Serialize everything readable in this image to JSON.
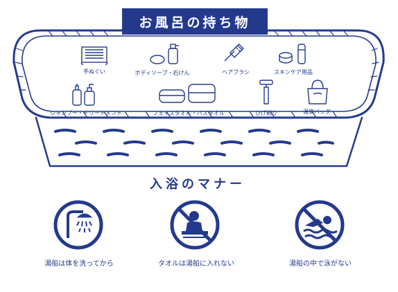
{
  "banner": {
    "title": "お風呂の持ち物"
  },
  "items": [
    {
      "label": "手ぬぐい",
      "icon": "tenugui-towel-icon"
    },
    {
      "label": "ボディソープ・石けん",
      "icon": "body-soap-icon"
    },
    {
      "label": "ヘアブラシ",
      "icon": "hairbrush-icon"
    },
    {
      "label": "スキンケア用品",
      "icon": "skincare-jar-icon"
    },
    {
      "label": "シャンプー・トリートメント",
      "icon": "shampoo-bottle-icon"
    },
    {
      "label": "フェイスタオル・バスタオル",
      "icon": "folded-towel-icon"
    },
    {
      "label": "ひげ剃り",
      "icon": "razor-icon"
    },
    {
      "label": "温泉バッグ",
      "icon": "onsen-bag-icon"
    }
  ],
  "manners": {
    "title": "入浴のマナー",
    "rules": [
      {
        "label": "湯船は体を洗ってから",
        "icon": "shower-icon"
      },
      {
        "label": "タオルは湯船に入れない",
        "icon": "no-towel-in-bath-icon"
      },
      {
        "label": "湯船の中で泳がない",
        "icon": "no-swimming-icon"
      }
    ]
  },
  "colors": {
    "primary": "#233a8c",
    "background": "#ffffff"
  }
}
